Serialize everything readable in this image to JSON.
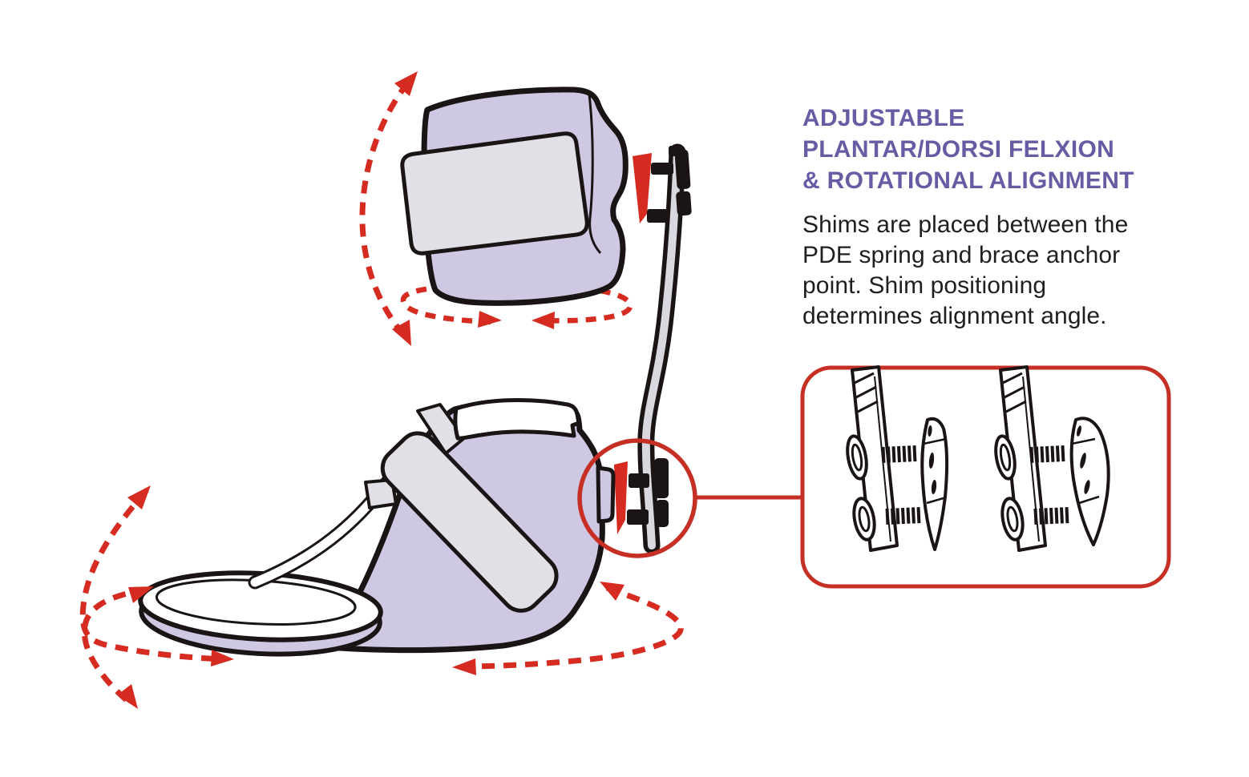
{
  "annotation": {
    "title_lines": [
      "ADJUSTABLE",
      "PLANTAR/DORSI FELXION",
      "& ROTATIONAL ALIGNMENT"
    ],
    "body_lines": [
      "Shims are placed between the",
      "PDE spring and brace anchor",
      "point. Shim positioning",
      "determines alignment angle."
    ]
  },
  "colors": {
    "accent_red": "#D52B20",
    "heading_purple": "#675CA4",
    "body_text": "#221D1E",
    "brace_lavender": "#CFC8E3",
    "strap_gray": "#E1E0E6",
    "spring_gray": "#D9D8DE",
    "outline_ink": "#1A1415",
    "background": "#FFFFFF"
  },
  "icons": {
    "rotation_arrows": "dashed-red-rotation-arrows",
    "shim_wedge": "red-wedge-shim",
    "callout_circle": "red-callout-circle",
    "detail_inset": "shim-bolt-detail-inset"
  }
}
